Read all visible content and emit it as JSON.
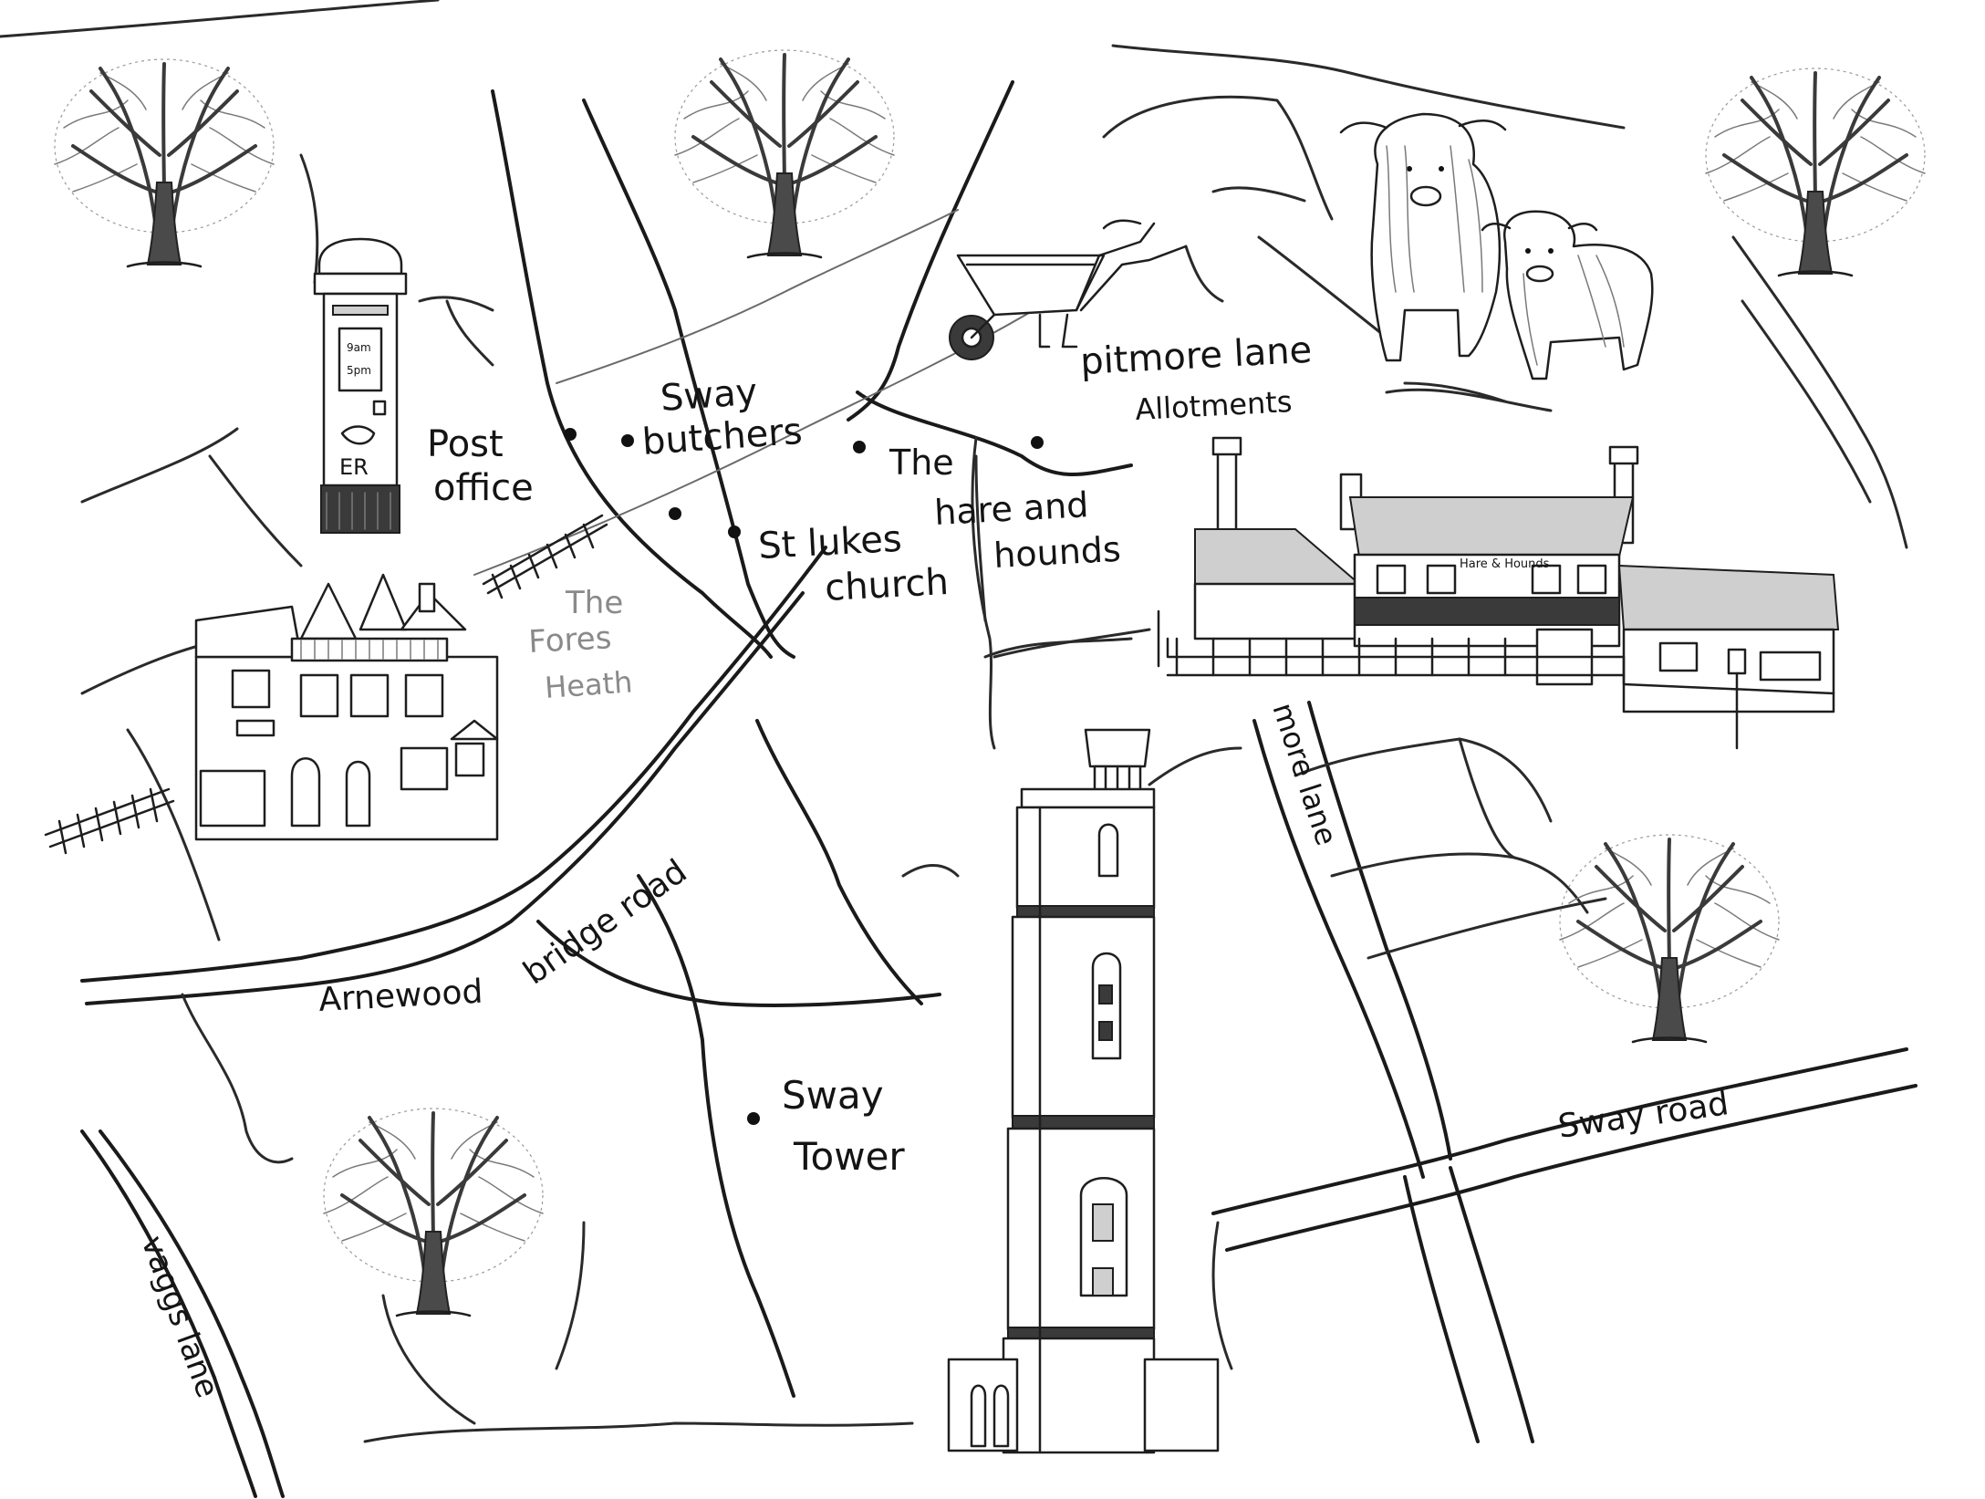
{
  "map": {
    "title": "",
    "places": {
      "post_office": {
        "line1": "Post",
        "line2": "office"
      },
      "sway_butchers": {
        "line1": "Sway",
        "line2": "butchers"
      },
      "hare_and_hounds": {
        "line1": "The",
        "line2": "hare and",
        "line3": "hounds"
      },
      "st_lukes_church": {
        "line1": "St lukes",
        "line2": "church"
      },
      "pitmore_lane_allotments": {
        "line1": "pitmore lane",
        "line2": "Allotments"
      },
      "the_forest_heath": {
        "line1": "The",
        "line2": "Fores",
        "line3": "Heath"
      },
      "sway_tower": {
        "line1": "Sway",
        "line2": "Tower"
      }
    },
    "roads": {
      "arnewood_bridge_road_part1": "Arnewood",
      "arnewood_bridge_road_part2": "bridge road",
      "mead_end_lane": "more lane",
      "sway_road": "Sway road",
      "vaggs_lane": "vaggs lane"
    },
    "pub_sign": "Hare & Hounds",
    "post_box": {
      "times_line1": "9am",
      "times_line2": "5pm",
      "cipher": "ER"
    },
    "icons": [
      "tree-icon",
      "post-box-icon",
      "victorian-house-icon",
      "wheelbarrow-icon",
      "highland-cow-icon",
      "pub-building-icon",
      "sway-tower-icon",
      "railway-track-icon",
      "location-dot-icon"
    ],
    "colors": {
      "ink": "#141414",
      "pencil": "#6a6a6a",
      "paper": "#ffffff"
    }
  }
}
